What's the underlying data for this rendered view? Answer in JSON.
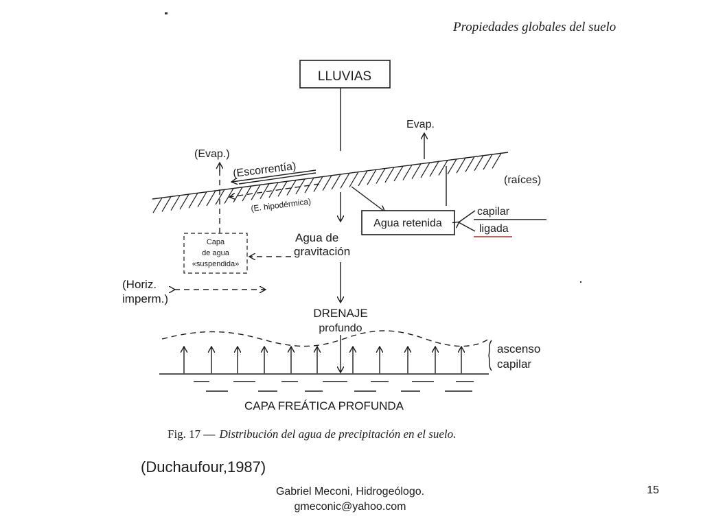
{
  "header": {
    "title": "Propiedades globales del suelo"
  },
  "diagram": {
    "rain": "LLUVIAS",
    "evap_right": "Evap.",
    "evap_left": "(Evap.)",
    "runoff": "(Escorrentía)",
    "hypodermic": "(E. hipodérmica)",
    "roots": "(raíces)",
    "retained": "Agua retenida",
    "capillary": "capilar",
    "bound": "ligada",
    "gravity_line1": "Agua de",
    "gravity_line2": "gravitación",
    "suspended_line1": "Capa",
    "suspended_line2": "de agua",
    "suspended_line3": "«suspendida»",
    "imperm_line1": "(Horiz.",
    "imperm_line2": "imperm.)",
    "drainage_line1": "DRENAJE",
    "drainage_line2": "profundo",
    "ascent_line1": "ascenso",
    "ascent_line2": "capilar",
    "water_table": "CAPA FREÁTICA PROFUNDA"
  },
  "caption": {
    "fig_label": "Fig. 17 —",
    "text": "Distribución del agua de precipitación en el suelo."
  },
  "citation": "(Duchaufour,1987)",
  "footer": {
    "author": "Gabriel Meconi, Hidrogeólogo.",
    "email": "gmeconic@yahoo.com",
    "page": "15"
  }
}
